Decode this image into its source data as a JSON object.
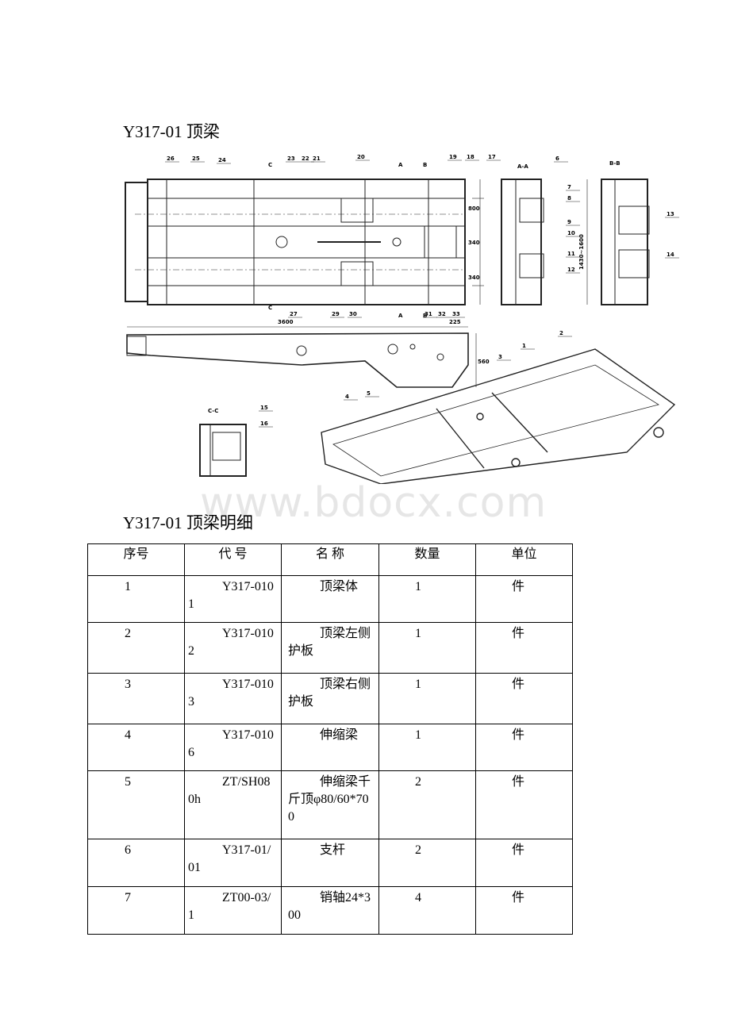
{
  "title_drawing": "Y317-01 顶梁",
  "title_table": "Y317-01 顶梁明细",
  "watermark": "www.bdocx.com",
  "drawing": {
    "section_labels": [
      "A-A",
      "B-B",
      "C-C"
    ],
    "cut_marks": [
      "A",
      "B",
      "C"
    ],
    "dimensions": [
      "3600",
      "225",
      "560",
      "340",
      "800",
      "340",
      "1430~1600"
    ],
    "balloons": [
      "1",
      "2",
      "3",
      "4",
      "5",
      "6",
      "7",
      "8",
      "9",
      "10",
      "11",
      "12",
      "13",
      "14",
      "15",
      "16",
      "17",
      "18",
      "19",
      "20",
      "21",
      "22",
      "23",
      "24",
      "25",
      "26",
      "27",
      "29",
      "30",
      "31",
      "32",
      "33"
    ]
  },
  "table": {
    "headers": [
      "序号",
      "代 号",
      "名 称",
      "数量",
      "单位"
    ],
    "rows": [
      {
        "idx": "1",
        "code": "Y317-0101",
        "name": "顶梁体",
        "qty": "1",
        "unit": "件"
      },
      {
        "idx": "2",
        "code": "Y317-0102",
        "name": "顶梁左侧护板",
        "qty": "1",
        "unit": "件"
      },
      {
        "idx": "3",
        "code": "Y317-0103",
        "name": "顶梁右侧护板",
        "qty": "1",
        "unit": "件"
      },
      {
        "idx": "4",
        "code": "Y317-0106",
        "name": "伸缩梁",
        "qty": "1",
        "unit": "件"
      },
      {
        "idx": "5",
        "code": "ZT/SH080h",
        "name": "伸缩梁千斤顶φ80/60*700",
        "qty": "2",
        "unit": "件"
      },
      {
        "idx": "6",
        "code": "Y317-01/01",
        "name": "支杆",
        "qty": "2",
        "unit": "件"
      },
      {
        "idx": "7",
        "code": "ZT00-03/1",
        "name": "销轴24*300",
        "qty": "4",
        "unit": "件"
      }
    ]
  }
}
